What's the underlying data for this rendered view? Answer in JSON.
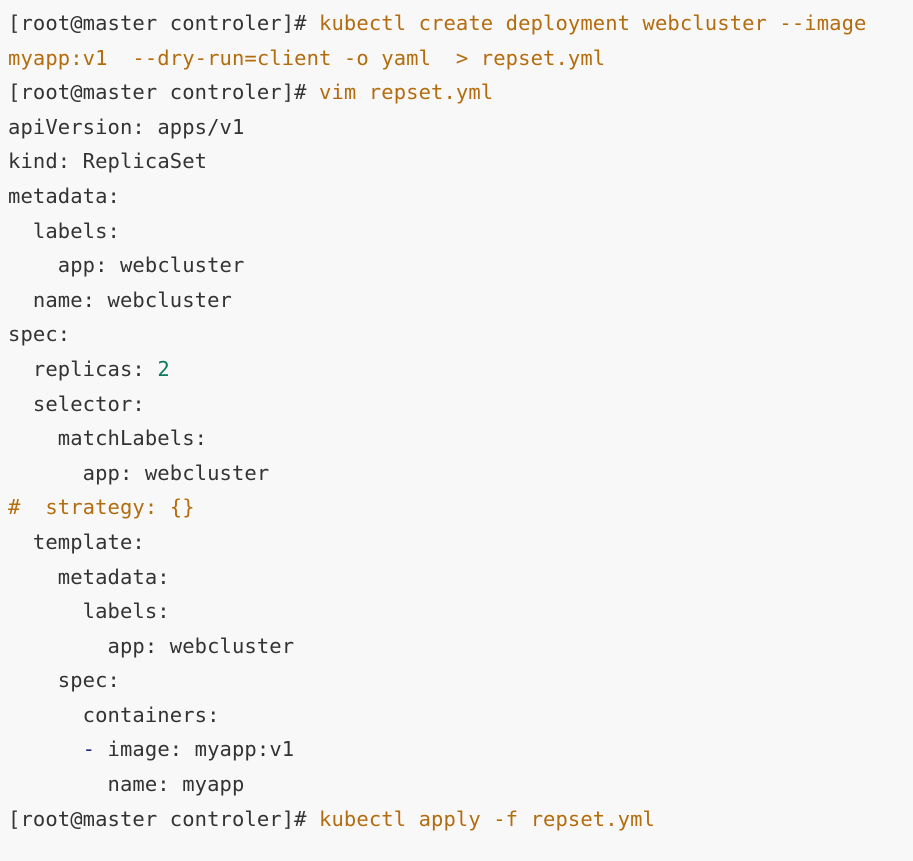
{
  "colors": {
    "background": "#f8f8f8",
    "text": "#333333",
    "command": "#b36c0e",
    "number": "#0d7a5f",
    "dash": "#1c2c7a"
  },
  "terminal": {
    "prompt": "[root@master controler]#",
    "cmd1": " kubectl create deployment webcluster --image",
    "cmd1_wrap": "myapp:v1  --dry-run=client -o yaml  > repset.yml",
    "cmd2": " vim repset.yml",
    "cmd3": " kubectl apply -f repset.yml"
  },
  "yaml": {
    "apiVersion_key": "apiVersion:",
    "apiVersion_val": " apps/v1",
    "kind_key": "kind:",
    "kind_val": " ReplicaSet",
    "metadata_key": "metadata:",
    "labels_key": "  labels:",
    "app_key_1": "    app:",
    "app_val_1": " webcluster",
    "name_key_1": "  name:",
    "name_val_1": " webcluster",
    "spec_key": "spec:",
    "replicas_key": "  replicas:",
    "replicas_val": " 2",
    "selector_key": "  selector:",
    "matchLabels_key": "    matchLabels:",
    "app_key_2": "      app:",
    "app_val_2": " webcluster",
    "strategy_comment": "#  strategy: {}",
    "template_key": "  template:",
    "tmeta_key": "    metadata:",
    "tlabels_key": "      labels:",
    "app_key_3": "        app:",
    "app_val_3": " webcluster",
    "tspec_key": "    spec:",
    "containers_key": "      containers:",
    "dash_indent": "      ",
    "dash": "-",
    "image_key": " image:",
    "image_val": " myapp:v1",
    "name_key_2": "        name:",
    "name_val_2": " myapp"
  }
}
